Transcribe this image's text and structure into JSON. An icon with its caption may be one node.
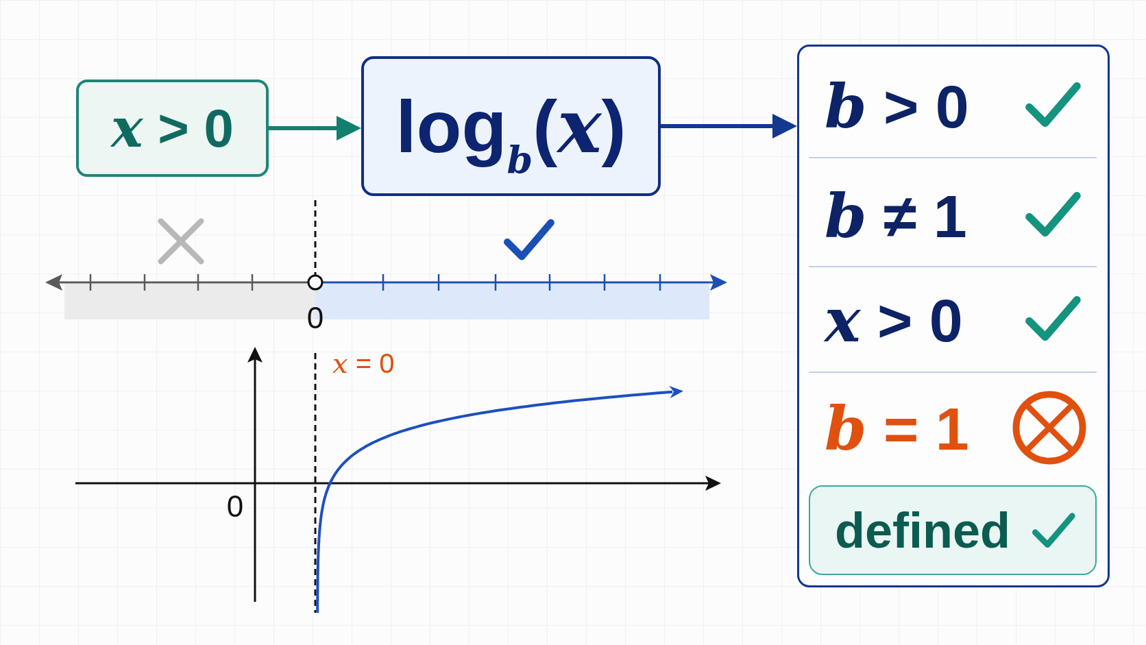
{
  "diagram": {
    "nodes": [
      {
        "text": [
          "*x* > 0"
        ]
      },
      {
        "text": [
          "log$_{b}$(*x*)"
        ]
      },
      {
        "text": [],
        "shape": "box"
      },
      {
        "text": [
          "*b* > 0"
        ],
        "in": 2
      },
      {
        "text": [
          "*b* ≠ 1"
        ],
        "in": 2
      },
      {
        "text": [
          "*x* > 0"
        ],
        "in": 2
      },
      {
        "text": [
          "*b* = 1"
        ],
        "in": 2
      },
      {
        "text": [
          "defined"
        ],
        "in": 2
      }
    ],
    "edges": [
      {
        "from": 0,
        "to": 1,
        "arrow": "to",
        "color": "#13806f"
      },
      {
        "from": 1,
        "to": 2,
        "arrow": "to",
        "color": "#12388f"
      }
    ],
    "labels": [
      "0",
      "*x* = 0",
      "0"
    ]
  }
}
